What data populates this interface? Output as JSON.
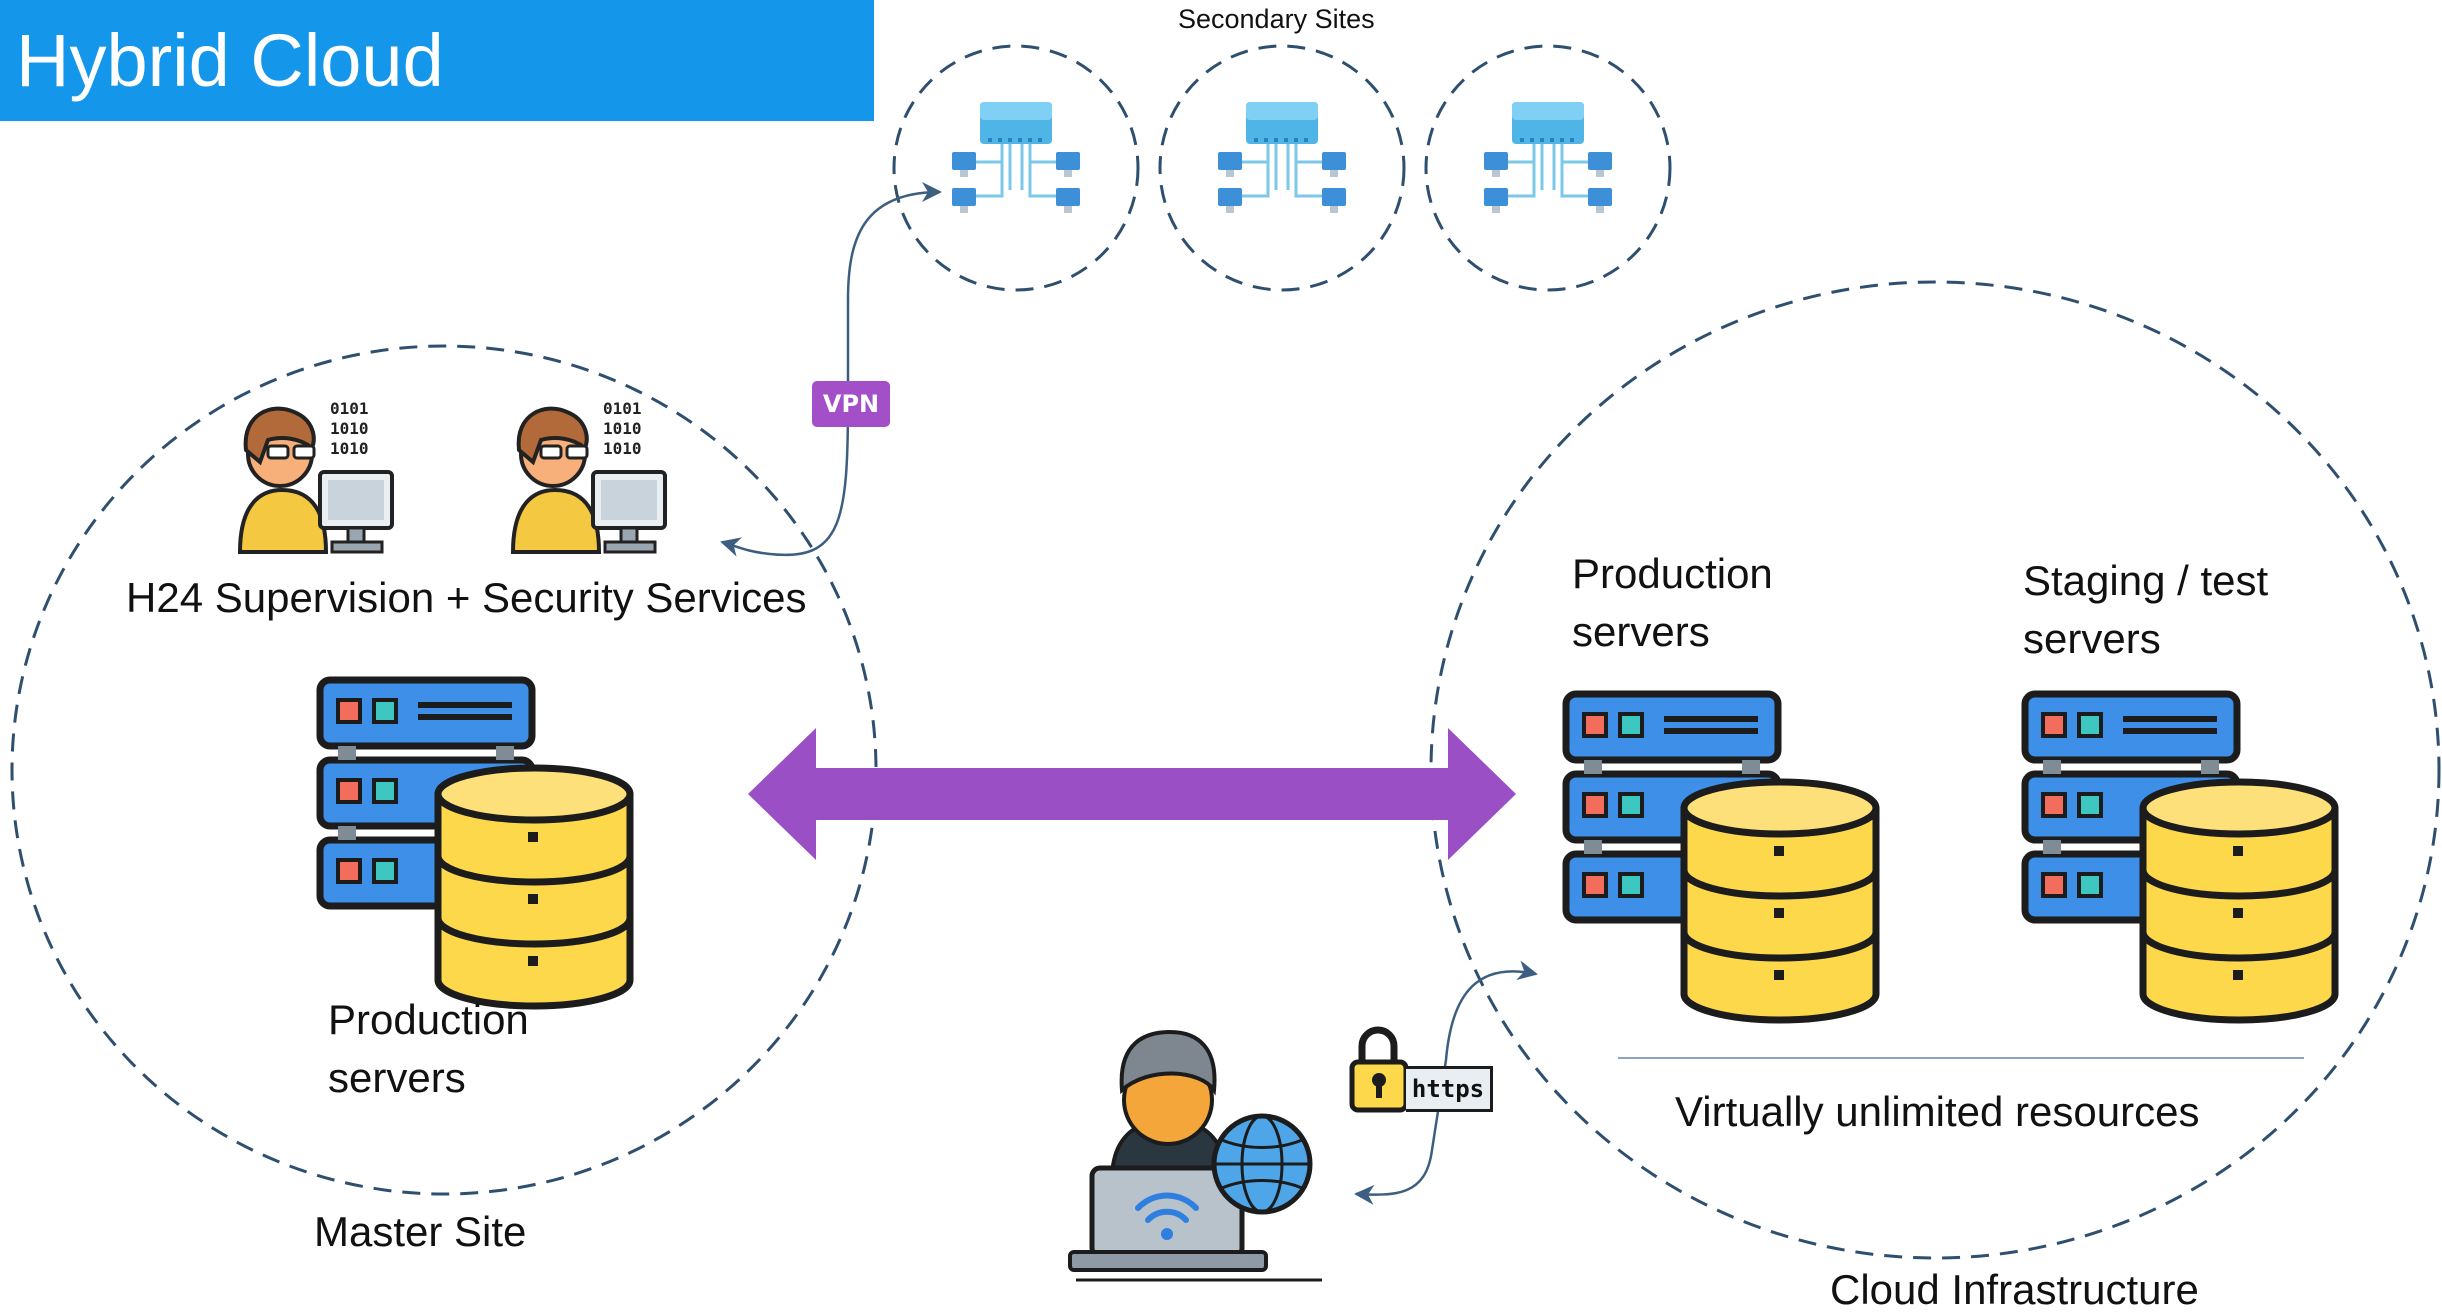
{
  "title": "Hybrid Cloud",
  "secondary_sites": {
    "label": "Secondary Sites",
    "count": 3
  },
  "vpn": {
    "label": "VPN"
  },
  "master_site": {
    "label": "Master Site",
    "supervision_label": "H24 Supervision + Security Services",
    "production_label": "Production\nservers"
  },
  "cloud": {
    "label": "Cloud Infrastructure",
    "production_label": "Production\nservers",
    "staging_label": "Staging / test\nservers",
    "resources_label": "Virtually unlimited resources"
  },
  "https": {
    "label": "https"
  },
  "icons": {
    "network_switch": "network-switch-icon",
    "operator": "operator-at-computer-icon",
    "server_database": "server-database-icon",
    "remote_user": "remote-user-laptop-globe-icon",
    "padlock": "padlock-icon"
  },
  "colors": {
    "title_bar": "#1497ea",
    "link_arrow": "#9b4fc4",
    "vpn_badge": "#a24fc8",
    "dashed_circle": "#2f4f6f",
    "server_blue": "#3d8fe8",
    "database_yellow": "#fcd84a"
  }
}
